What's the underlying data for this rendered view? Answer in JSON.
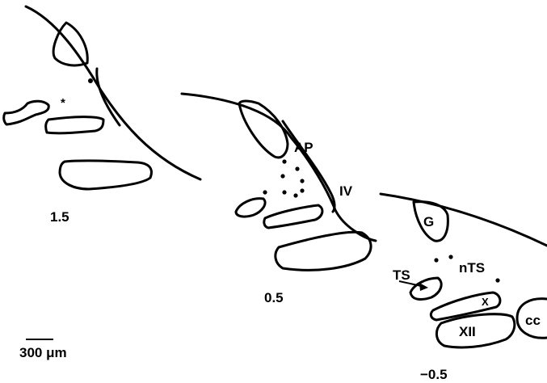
{
  "sections": {
    "left": {
      "level": "1.5"
    },
    "middle": {
      "level": "0.5",
      "ap": "AP",
      "iv": "IV"
    },
    "right": {
      "level": "−0.5",
      "g": "G",
      "nts": "nTS",
      "ts": "TS",
      "x": "X",
      "xii": "XII",
      "cc": "cc"
    }
  },
  "asterisk": "*",
  "scalebar": {
    "label": "300 μm"
  }
}
